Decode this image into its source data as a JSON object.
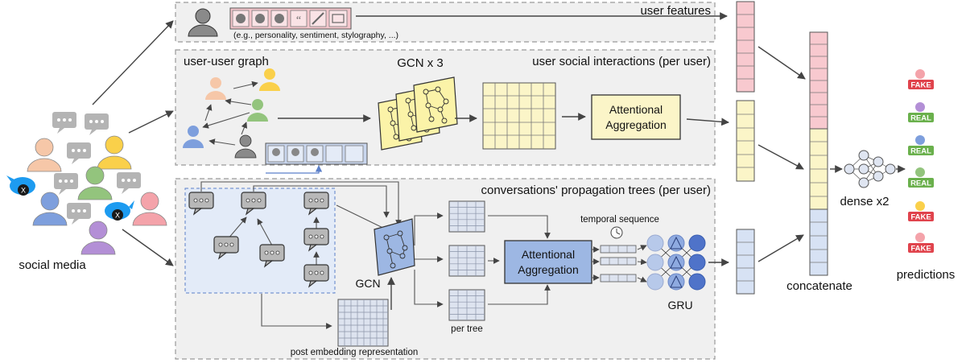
{
  "labels": {
    "social_media": "social media",
    "user_features": "user features",
    "user_features_examples": "(e.g., personality, sentiment, stylography, ...)",
    "user_user_graph": "user-user graph",
    "gcn_x3": "GCN x 3",
    "user_social_interactions": "user social interactions (per user)",
    "attentional_1": "Attentional",
    "aggregation_1": "Aggregation",
    "conversations": "conversations' propagation trees (per user)",
    "gcn": "GCN",
    "per_tree": "per tree",
    "post_embedding": "post embedding representation",
    "attentional_2": "Attentional",
    "aggregation_2": "Aggregation",
    "temporal_sequence": "temporal sequence",
    "gru": "GRU",
    "concatenate": "concatenate",
    "dense_x2": "dense x2",
    "predictions": "predictions"
  },
  "predictions": [
    "FAKE",
    "REAL",
    "REAL",
    "REAL",
    "FAKE",
    "FAKE"
  ],
  "colors": {
    "user_features": "#f8c9cf",
    "social_interactions": "#fbf5c8",
    "propagation": "#d7e2f4",
    "attention_blue": "#9db7e3",
    "fake": "#e0434c",
    "real": "#6ab04c",
    "twitter": "#1d9bf0"
  }
}
